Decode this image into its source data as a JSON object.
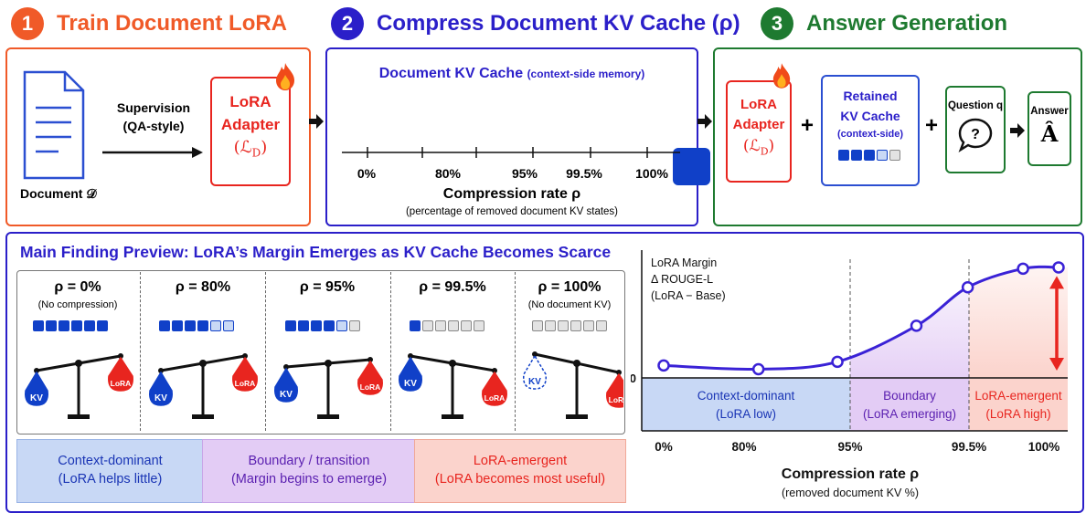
{
  "colors": {
    "step1": "#f05a28",
    "step2": "#2b1fc9",
    "step3": "#1e7a30",
    "lora_red": "#e8251f",
    "kv_blue": "#1040c8",
    "kv_light": "#c9d9f5",
    "kv_gray": "#e3e3e3",
    "band_blue": "#c8d8f5",
    "band_purple": "#e3ccf5",
    "band_red": "#fbd3cc",
    "curve": "#3a22d6"
  },
  "steps": [
    {
      "num": "1",
      "title": "Train Document LoRA"
    },
    {
      "num": "2",
      "title": "Compress Document KV Cache (ρ)"
    },
    {
      "num": "3",
      "title": "Answer Generation"
    }
  ],
  "panel1": {
    "doc_label": "Document 𝒟",
    "supervision_line1": "Supervision",
    "supervision_line2": "(QA-style)",
    "lora_line1": "LoRA",
    "lora_line2": "Adapter",
    "lora_loss": "(ℒ",
    "lora_loss_sub": "D",
    "lora_loss_close": ")",
    "fire_icon": "fire-icon"
  },
  "panel2": {
    "title": "Document KV Cache",
    "title_paren": "(context-side memory)",
    "tick_labels": [
      "0%",
      "80%",
      "95%",
      "99.5%",
      "100%"
    ],
    "axis_label": "Compression rate ρ",
    "axis_sub": "(percentage of removed document KV states)"
  },
  "panel3": {
    "lora_line1": "LoRA",
    "lora_line2": "Adapter",
    "lora_loss": "(ℒ",
    "lora_loss_sub": "D",
    "lora_loss_close": ")",
    "kv_line1": "Retained",
    "kv_line2": "KV Cache",
    "kv_line3": "(context-side)",
    "plus": "+",
    "question_label": "Question q",
    "question_mark": "?",
    "answer_label": "Answer",
    "answer_symbol": "Â"
  },
  "finding": {
    "title": "Main Finding Preview: LoRA’s Margin Emerges as KV Cache Becomes Scarce",
    "scenarios": [
      {
        "rho": "ρ = 0%",
        "sub": "(No compression)",
        "kv": "KV",
        "lora": "LoRA",
        "tilt": "kv-heavy"
      },
      {
        "rho": "ρ = 80%",
        "sub": "",
        "kv": "KV",
        "lora": "LoRA",
        "tilt": "kv-heavy"
      },
      {
        "rho": "ρ = 95%",
        "sub": "",
        "kv": "KV",
        "lora": "LoRA",
        "tilt": "balanced"
      },
      {
        "rho": "ρ = 99.5%",
        "sub": "",
        "kv": "KV",
        "lora": "LoRA",
        "tilt": "lora-heavy"
      },
      {
        "rho": "ρ = 100%",
        "sub": "(No document KV)",
        "kv": "KV",
        "lora": "LoRA",
        "tilt": "lora-heavy"
      }
    ],
    "bands": [
      {
        "line1": "Context-dominant",
        "line2": "(LoRA helps little)"
      },
      {
        "line1": "Boundary / transition",
        "line2": "(Margin begins to emerge)"
      },
      {
        "line1": "LoRA-emergent",
        "line2": "(LoRA becomes most useful)"
      }
    ]
  },
  "chart_data": {
    "type": "line",
    "ylabel_line1": "LoRA Margin",
    "ylabel_line2": "Δ ROUGE-L",
    "ylabel_line3": "(LoRA − Base)",
    "y_zero_label": "0",
    "xlabel": "Compression rate ρ",
    "xlabel_sub": "(removed document KV %)",
    "tick_labels": [
      "0%",
      "80%",
      "95%",
      "99.5%",
      "100%"
    ],
    "points": [
      [
        0.0,
        0.1
      ],
      [
        0.24,
        0.07
      ],
      [
        0.44,
        0.13
      ],
      [
        0.64,
        0.42
      ],
      [
        0.77,
        0.73
      ],
      [
        0.91,
        0.88
      ],
      [
        1.0,
        0.89
      ]
    ],
    "regions": [
      {
        "line1": "Context-dominant",
        "line2": "(LoRA low)"
      },
      {
        "line1": "Boundary",
        "line2": "(LoRA emerging)"
      },
      {
        "line1": "LoRA-emergent",
        "line2": "(LoRA high)"
      }
    ]
  }
}
